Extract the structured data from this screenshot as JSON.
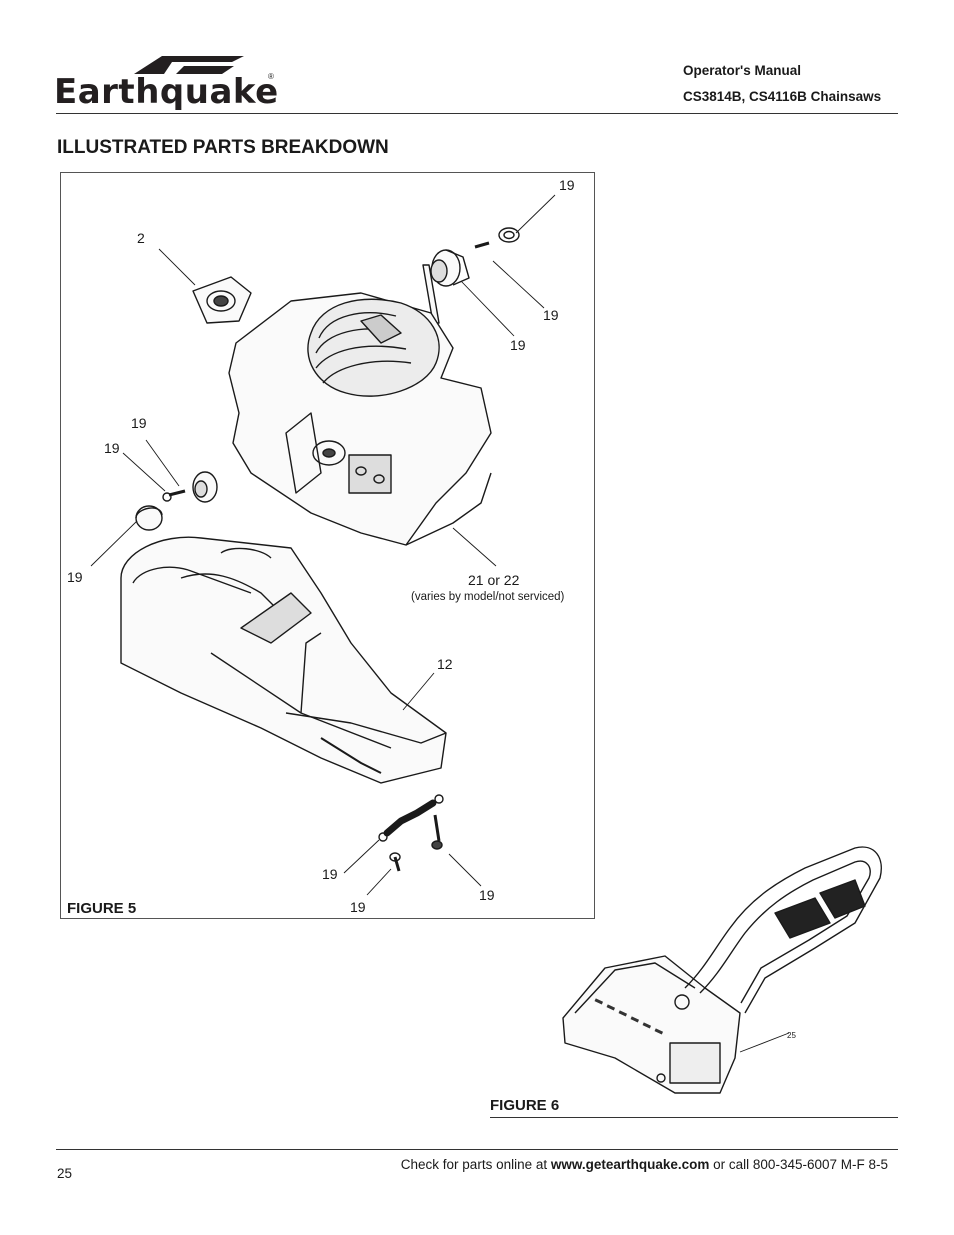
{
  "header": {
    "brand": "Earthquake",
    "registered": "®",
    "manual_title": "Operator's Manual",
    "models": "CS3814B, CS4116B Chainsaws"
  },
  "section": {
    "title": "ILLUSTRATED PARTS BREAKDOWN"
  },
  "figure5": {
    "caption": "FIGURE 5",
    "callouts": {
      "c2": "2",
      "c19_top_right": "19",
      "c19_right_a": "19",
      "c19_right_b": "19",
      "c19_left_a": "19",
      "c19_left_b": "19",
      "c19_left_c": "19",
      "c21": "21 or 22",
      "c21_note": "(varies by model/not serviced)",
      "c12": "12",
      "c19_bottom_a": "19",
      "c19_bottom_b": "19",
      "c19_bottom_c": "19"
    }
  },
  "figure6": {
    "caption": "FIGURE 6",
    "callout": "25"
  },
  "footer": {
    "page_number": "25",
    "text_before": "Check for parts online at ",
    "website": "www.getearthquake.com",
    "text_after": " or call 800-345-6007 M-F 8-5"
  }
}
